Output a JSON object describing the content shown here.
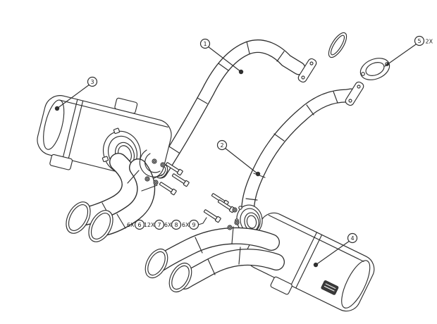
{
  "canvas": {
    "background": "#ffffff",
    "line_color": "#2f2f2f",
    "badge_color": "#3a3a3a"
  },
  "callouts": [
    {
      "label": "1",
      "qty": ""
    },
    {
      "label": "2",
      "qty": ""
    },
    {
      "label": "3",
      "qty": ""
    },
    {
      "label": "4",
      "qty": ""
    },
    {
      "label": "5",
      "qty": "2X"
    },
    {
      "label": "6",
      "qty": "6X"
    },
    {
      "label": "7",
      "qty": "12X"
    },
    {
      "label": "8",
      "qty": "6X"
    },
    {
      "label": "9",
      "qty": "6X"
    }
  ]
}
